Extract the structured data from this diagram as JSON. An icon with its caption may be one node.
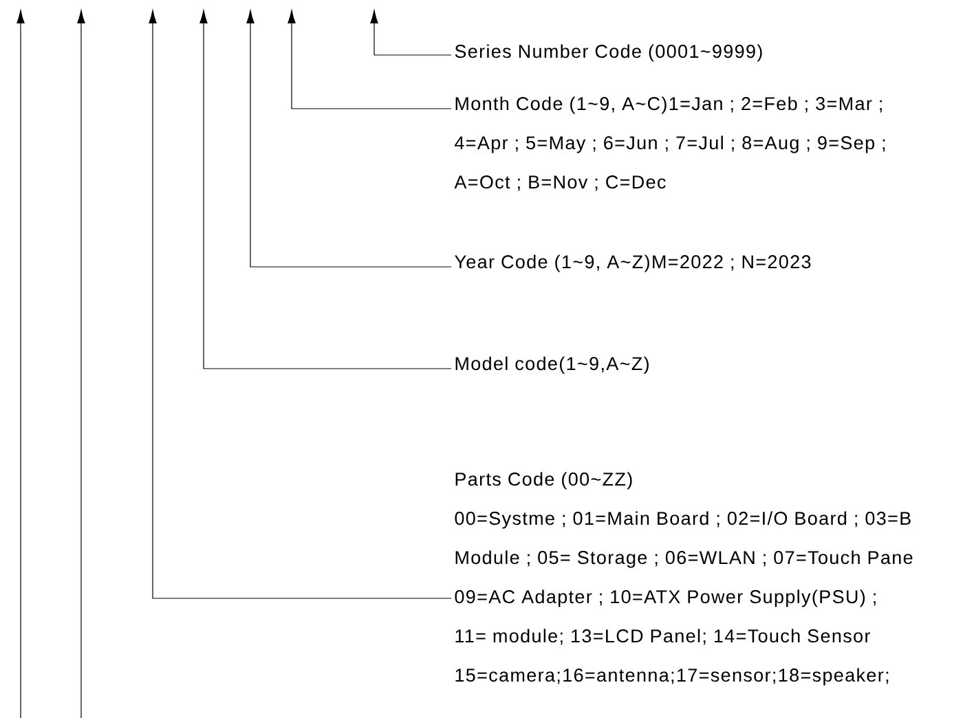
{
  "diagram": {
    "nodes": [
      {
        "text": [
          "Series Number Code (0001~9999)"
        ]
      },
      {
        "text": [
          "Month Code (1~9, A~C)1=Jan ; 2=Feb ; 3=Mar ; 4=Apr ; 5=May ; 6=Jun ; 7=Jul ; 8=Aug ; 9=Sep ; A=Oct ; B=Nov ; C=Dec"
        ]
      },
      {
        "text": [
          "Year Code (1~9, A~Z)M=2022 ; N=2023"
        ]
      },
      {
        "text": [
          "Model code(1~9,A~Z)"
        ]
      },
      {
        "text": [
          "Parts Code (00~ZZ)",
          "00=Systme ; 01=Main Board ; 02=I/O Board ; 03=B Module ; 05= Storage ; 06=WLAN ; 07=Touch Pane 09=AC Adapter ; 10=ATX Power Supply(PSU) ; 11= module; 13=LCD Panel; 14=Touch Sensor 15=camera;16=antenna;17=sensor;18=speaker;"
        ]
      }
    ],
    "edges": [
      {
        "from": 0,
        "to": null,
        "arrow": "to"
      },
      {
        "from": 1,
        "to": null,
        "arrow": "to"
      },
      {
        "from": 2,
        "to": null,
        "arrow": "to"
      },
      {
        "from": 3,
        "to": null,
        "arrow": "to"
      },
      {
        "from": 4,
        "to": null,
        "arrow": "to"
      }
    ]
  }
}
